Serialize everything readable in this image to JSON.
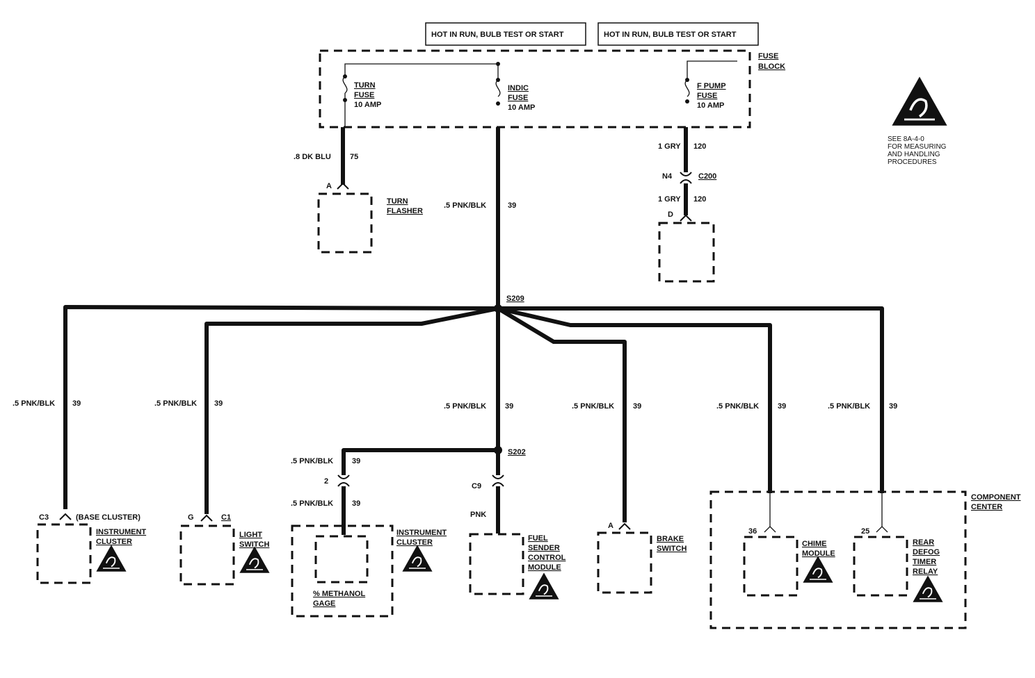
{
  "power": {
    "hot1": "HOT IN RUN, BULB TEST OR START",
    "hot2": "HOT IN RUN, BULB TEST OR START"
  },
  "fuse_block": {
    "title1": "FUSE",
    "title2": "BLOCK",
    "turn": [
      "TURN",
      "FUSE",
      "10 AMP"
    ],
    "indic": [
      "INDIC",
      "FUSE",
      "10 AMP"
    ],
    "fpump": [
      "F PUMP",
      "FUSE",
      "10 AMP"
    ]
  },
  "esd_note": [
    "SEE 8A-4-0",
    "FOR MEASURING",
    "AND HANDLING",
    "PROCEDURES"
  ],
  "wires": {
    "dkblu": ".8 DK BLU",
    "dkblu_num": "75",
    "pnkblk": ".5 PNK/BLK",
    "num39": "39",
    "gry": "1 GRY",
    "num120": "120",
    "pnk": "PNK"
  },
  "connectors": {
    "a": "A",
    "d": "D",
    "n4": "N4",
    "c200": "C200",
    "c3": "C3",
    "g": "G",
    "c1": "C1",
    "two": "2",
    "c9": "C9",
    "a2": "A",
    "n36": "36",
    "n25": "25"
  },
  "splices": {
    "s209": "S209",
    "s202": "S202"
  },
  "components": {
    "turn_flasher": [
      "TURN",
      "FLASHER"
    ],
    "base_cluster": "(BASE CLUSTER)",
    "instrument_cluster": [
      "INSTRUMENT",
      "CLUSTER"
    ],
    "light_switch": [
      "LIGHT",
      "SWITCH"
    ],
    "methanol_gage": [
      "% METHANOL",
      "GAGE"
    ],
    "instrument_cluster2": [
      "INSTRUMENT",
      "CLUSTER"
    ],
    "fuel_sender": [
      "FUEL",
      "SENDER",
      "CONTROL",
      "MODULE"
    ],
    "brake_switch": [
      "BRAKE",
      "SWITCH"
    ],
    "component_center": [
      "COMPONENT",
      "CENTER"
    ],
    "chime_module": [
      "CHIME",
      "MODULE"
    ],
    "rear_defog": [
      "REAR",
      "DEFOG",
      "TIMER",
      "RELAY"
    ]
  }
}
